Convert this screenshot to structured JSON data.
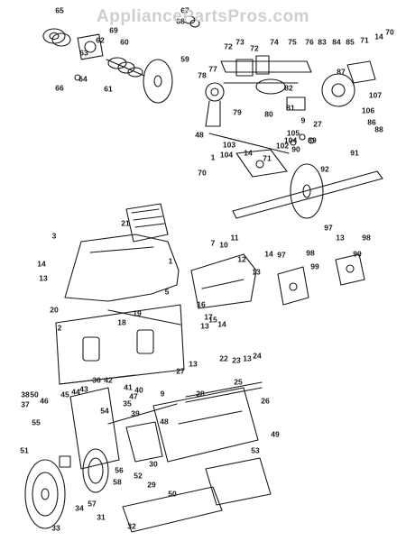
{
  "watermark": "AppliancePartsPros.com",
  "colors": {
    "ink": "#1a1a1a",
    "watermark": "#cfcfcf"
  },
  "callouts": [
    "65",
    "67",
    "68",
    "66",
    "69",
    "62",
    "60",
    "63",
    "64",
    "61",
    "59",
    "72",
    "73",
    "72",
    "74",
    "75",
    "76",
    "83",
    "84",
    "85",
    "71",
    "14",
    "70",
    "78",
    "77",
    "87",
    "81",
    "107",
    "106",
    "86",
    "88",
    "82",
    "79",
    "80",
    "9",
    "27",
    "104",
    "89",
    "48",
    "105",
    "90",
    "103",
    "104",
    "14",
    "102",
    "71",
    "1",
    "70",
    "91",
    "92",
    "21",
    "3",
    "1",
    "7",
    "10",
    "11",
    "12",
    "13",
    "14",
    "13",
    "14",
    "97",
    "98",
    "99",
    "97",
    "13",
    "98",
    "99",
    "5",
    "20",
    "2",
    "19",
    "18",
    "17",
    "15",
    "16",
    "13",
    "14",
    "13",
    "22",
    "23",
    "13",
    "24",
    "25",
    "26",
    "27",
    "28",
    "49",
    "38",
    "37",
    "50",
    "46",
    "45",
    "44",
    "43",
    "36",
    "42",
    "41",
    "40",
    "47",
    "35",
    "39",
    "9",
    "48",
    "54",
    "55",
    "51",
    "33",
    "34",
    "58",
    "56",
    "52",
    "53",
    "57",
    "31",
    "32",
    "29",
    "30",
    "50"
  ]
}
